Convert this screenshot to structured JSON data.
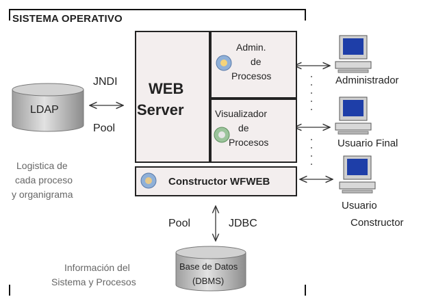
{
  "diagram": {
    "os_label": "SISTEMA OPERATIVO",
    "web_server": {
      "line1": "WEB",
      "line2": "Server"
    },
    "admin_module": {
      "line1": "Admin.",
      "line2": "de",
      "line3": "Procesos"
    },
    "visual_module": {
      "line1": "Visualizador",
      "line2": "de",
      "line3": "Procesos"
    },
    "constructor_module": "Constructor WFWEB",
    "ldap": {
      "label": "LDAP",
      "top_link": "JNDI",
      "bottom_link": "Pool"
    },
    "ldap_description": {
      "line1": "Logistica de",
      "line2": "cada proceso",
      "line3": "y organigrama"
    },
    "db_link": {
      "left": "Pool",
      "right": "JDBC"
    },
    "database": {
      "line1": "Base de Datos",
      "line2": "(DBMS)"
    },
    "db_description": {
      "line1": "Información del",
      "line2": "Sistema y Procesos"
    },
    "users": {
      "admin": "Administrador",
      "final": "Usuario Final",
      "constructor_line1": "Usuario",
      "constructor_line2": "Constructor"
    },
    "colors": {
      "panel": "#f3eeee",
      "cylinder": "#bdbdbd",
      "text": "#222222",
      "monitor_screen": "#1e3ea8"
    }
  }
}
